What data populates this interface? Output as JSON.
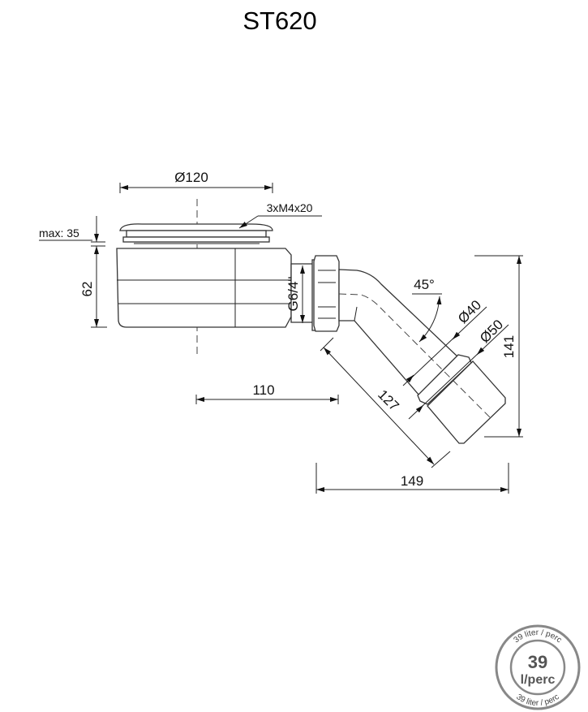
{
  "title": "ST620",
  "dimensions": {
    "diameter_top": "Ø120",
    "screws": "3xM4x20",
    "max_height": "max: 35",
    "body_height": "62",
    "thread": "G6/4\"",
    "angle": "45°",
    "pipe_inner": "Ø40",
    "pipe_outer": "Ø50",
    "total_height": "141",
    "offset": "110",
    "diagonal": "127",
    "total_width": "149"
  },
  "badge": {
    "ring_text_top": "39 liter / perc",
    "ring_text_bottom": "39 liter / perc",
    "value": "39",
    "unit": "l/perc",
    "color": "#1a5fa8"
  }
}
